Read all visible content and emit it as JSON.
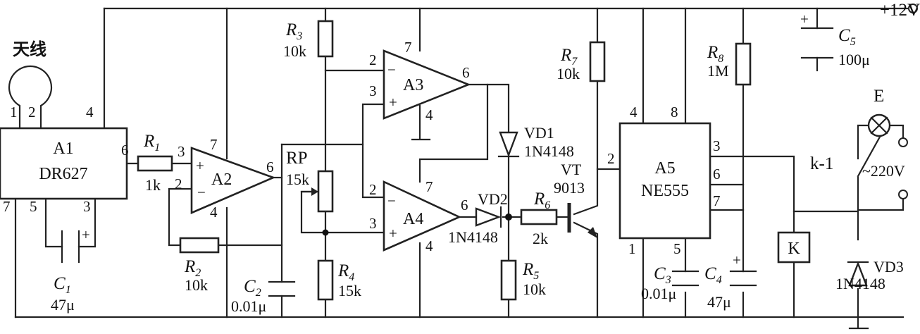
{
  "power": {
    "supply": "+12V"
  },
  "antenna": {
    "label": "天线"
  },
  "chips": {
    "a1": {
      "ref": "A1",
      "part": "DR627",
      "pins": [
        "1",
        "2",
        "4",
        "6",
        "7",
        "5",
        "3"
      ]
    },
    "a2": {
      "ref": "A2",
      "pins": [
        "3",
        "2",
        "7",
        "4",
        "6"
      ],
      "plus": "+",
      "minus": "−"
    },
    "a3": {
      "ref": "A3",
      "pins": [
        "2",
        "3",
        "7",
        "4",
        "6"
      ],
      "plus": "+",
      "minus": "−"
    },
    "a4": {
      "ref": "A4",
      "pins": [
        "2",
        "3",
        "7",
        "4",
        "6"
      ],
      "plus": "+",
      "minus": "−"
    },
    "a5": {
      "ref": "A5",
      "part": "NE555",
      "pins": [
        "4",
        "8",
        "2",
        "3",
        "6",
        "7",
        "1",
        "5"
      ]
    }
  },
  "resistors": {
    "r1": {
      "name": "R",
      "sub": "1",
      "value": "1k"
    },
    "r2": {
      "name": "R",
      "sub": "2",
      "value": "10k"
    },
    "r3": {
      "name": "R",
      "sub": "3",
      "value": "10k"
    },
    "r4": {
      "name": "R",
      "sub": "4",
      "value": "15k"
    },
    "r5": {
      "name": "R",
      "sub": "5",
      "value": "10k"
    },
    "r6": {
      "name": "R",
      "sub": "6",
      "value": "2k"
    },
    "r7": {
      "name": "R",
      "sub": "7",
      "value": "10k"
    },
    "r8": {
      "name": "R",
      "sub": "8",
      "value": "1M"
    },
    "rp": {
      "name": "RP",
      "value": "15k"
    }
  },
  "capacitors": {
    "c1": {
      "name": "C",
      "sub": "1",
      "value": "47μ",
      "plus": "+"
    },
    "c2": {
      "name": "C",
      "sub": "2",
      "value": "0.01μ"
    },
    "c3": {
      "name": "C",
      "sub": "3",
      "value": "0.01μ"
    },
    "c4": {
      "name": "C",
      "sub": "4",
      "value": "47μ",
      "plus": "+"
    },
    "c5": {
      "name": "C",
      "sub": "5",
      "value": "100μ",
      "plus": "+"
    }
  },
  "diodes": {
    "vd1": {
      "name": "VD1",
      "part": "1N4148"
    },
    "vd2": {
      "name": "VD2",
      "part": "1N4148"
    },
    "vd3": {
      "name": "VD3",
      "part": "1N4148"
    }
  },
  "transistor": {
    "name": "VT",
    "part": "9013"
  },
  "relay": {
    "coil": "K",
    "contact": "k-1"
  },
  "lamp": {
    "name": "E",
    "mains": "~220V"
  }
}
